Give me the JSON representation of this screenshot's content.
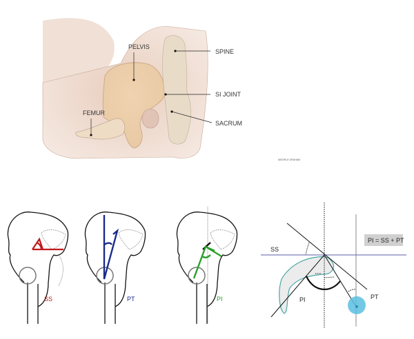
{
  "anatomy": {
    "labels": {
      "pelvis": "PELVIS",
      "spine": "SPINE",
      "si_joint": "SI JOINT",
      "sacrum": "SACRUM",
      "femur": "FEMUR"
    },
    "credit": "MICHELE GRAHAM"
  },
  "panels": [
    {
      "label": "SS",
      "color": "#c0191c"
    },
    {
      "label": "PT",
      "color": "#1b2a8a"
    },
    {
      "label": "PI",
      "color": "#2aa02a"
    }
  ],
  "schematic": {
    "formula": "PI = SS + PT",
    "labels": {
      "ss": "SS",
      "pi": "PI",
      "pt": "PT"
    },
    "colors": {
      "horizontal": "#5a5aa8",
      "sacrum_outline": "#4aa6a6",
      "femoral_head": "#5bc0e0"
    }
  }
}
